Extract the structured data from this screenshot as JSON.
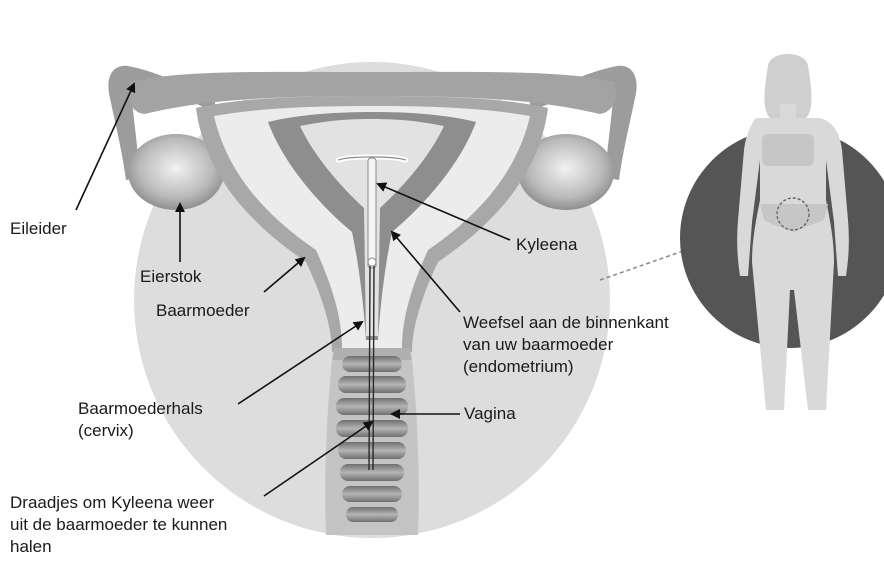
{
  "labels": {
    "eileider": "Eileider",
    "eierstok": "Eierstok",
    "baarmoeder": "Baarmoeder",
    "kyleena": "Kyleena",
    "weefsel_line1": "Weefsel aan de binnenkant",
    "weefsel_line2": "van uw baarmoeder",
    "weefsel_line3": "(endometrium)",
    "baarmoederhals_line1": "Baarmoederhals",
    "baarmoederhals_line2": "(cervix)",
    "vagina": "Vagina",
    "draadjes_line1": "Draadjes om Kyleena weer",
    "draadjes_line2": "uit de baarmoeder te kunnen",
    "draadjes_line3": "halen"
  },
  "colors": {
    "background_circle": "#dddddd",
    "dark_circle": "#555555",
    "tube": "#9c9c9c",
    "uterus_outer": "#a8a8a8",
    "uterus_inner": "#ececec",
    "endometrium": "#8e8e8e",
    "body_figure": "#d9d9d9",
    "text": "#1a1a1a"
  }
}
